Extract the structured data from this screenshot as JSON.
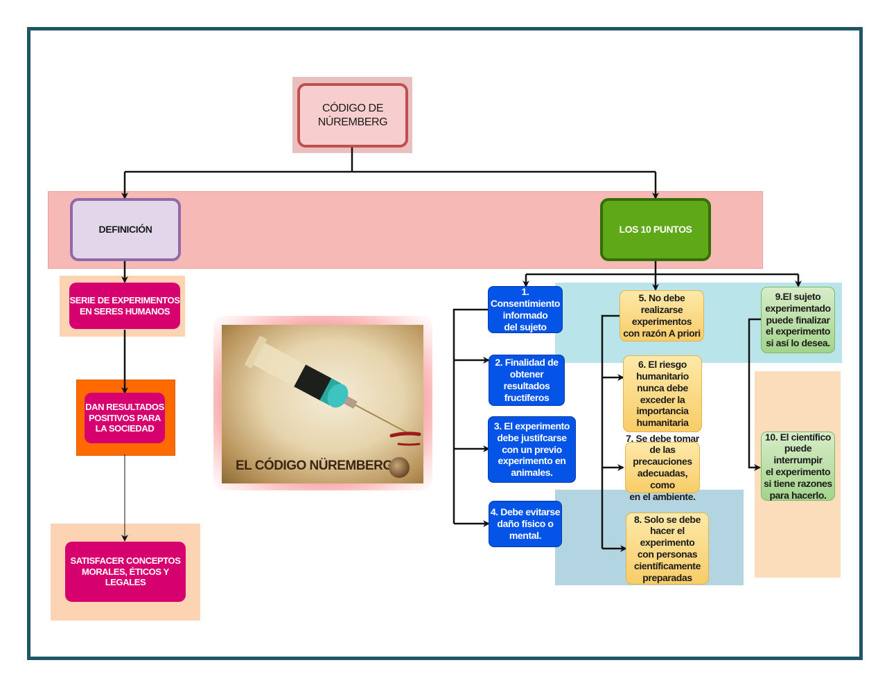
{
  "diagram": {
    "title": "CÓDIGO DE\nNÚREMBERG",
    "branches": {
      "definition": {
        "label": "DEFINICIÓN",
        "items": [
          "SERIE DE EXPERIMENTOS\nEN SERES HUMANOS",
          "DAN RESULTADOS\nPOSITIVOS PARA\nLA SOCIEDAD",
          "SATISFACER CONCEPTOS\nMORALES, ÉTICOS Y\nLEGALES"
        ]
      },
      "points": {
        "label": "LOS 10 PUNTOS",
        "items": [
          "1. Consentimiento\ninformado\ndel sujeto",
          "2. Finalidad de\nobtener  resultados\nfructíferos",
          "3. El experimento\ndebe justifcarse\ncon un previo\nexperimento en\nanimales.",
          "4. Debe evitarse\ndaño físico o\nmental.",
          "5. No debe realizarse\nexperimentos\ncon razón A priori",
          "6. El riesgo\nhumanitario\nnunca debe\nexceder la\nimportancia\nhumanitaria",
          "7. Se debe tomar\nde las precauciones\nadecuadas, como\nen el ambiente.",
          "8. Solo se debe\nhacer el experimento\ncon personas\ncientíficamente\npreparadas",
          "9.El sujeto\nexperimentado\npuede finalizar\nel experimento\nsi así lo desea.",
          "10. El científico\npuede interrumpir\nel experimento\nsi tiene razones\npara hacerlo."
        ]
      }
    },
    "image": {
      "caption": "EL CÓDIGO NÜREMBERG",
      "icons": [
        "syringe-icon",
        "brain-icon"
      ]
    },
    "colors": {
      "frame": "#1f5566",
      "title_fill": "#f7cdcd",
      "title_border": "#c0504d",
      "definition_fill": "#e3d6ea",
      "definition_border": "#8e6ba8",
      "points_fill": "#5fa817",
      "magenta": "#d7006f",
      "orange": "#ff6a00",
      "blue": "#0454e8",
      "yellow": "#f8cc68",
      "green": "#a3d48b",
      "band_pink": "#f6b9b6",
      "band_peach": "#fcd3b3",
      "band_cyan": "#b8e4ea",
      "band_steel": "#b3d5e1"
    }
  }
}
